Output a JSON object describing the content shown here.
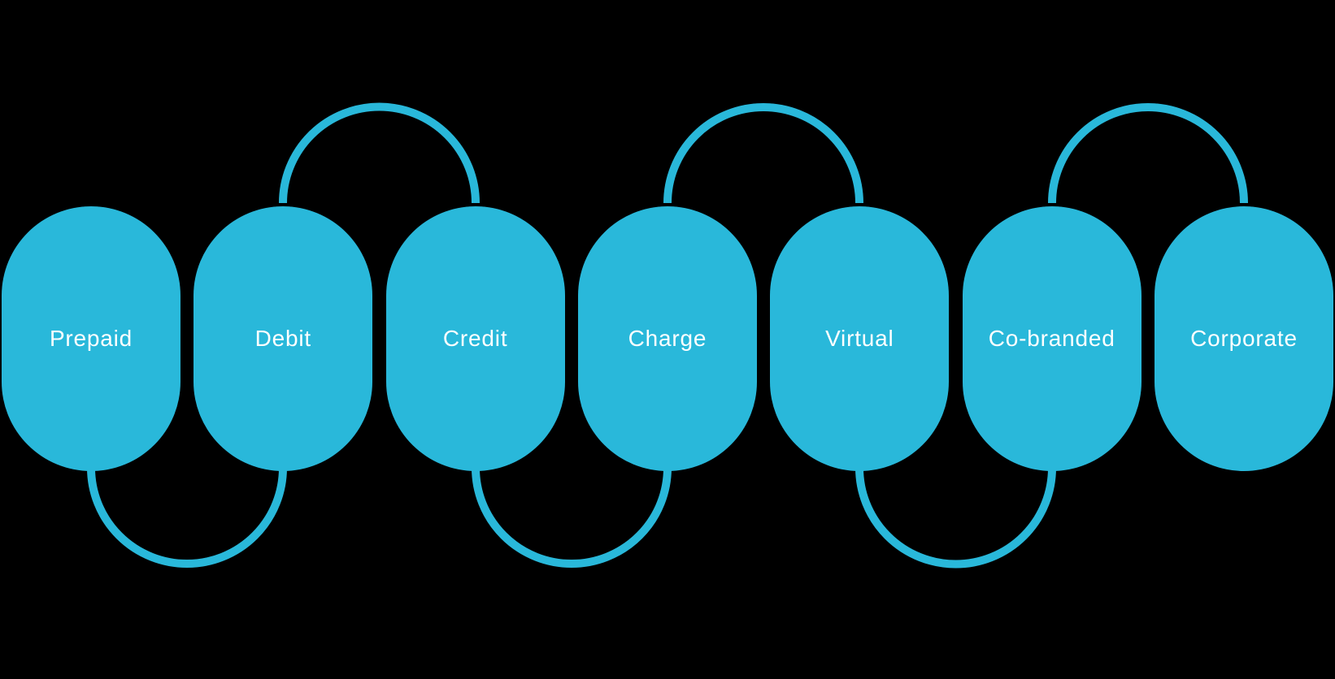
{
  "diagram": {
    "description": "Card types diagram with capsule nodes linked by alternating top and bottom semicircular connectors",
    "colors": {
      "background": "#000000",
      "node_fill": "#29B8DA",
      "node_text": "#FFFFFF",
      "connector": "#29B8DA"
    },
    "nodes": [
      {
        "id": "prepaid",
        "label": "Prepaid"
      },
      {
        "id": "debit",
        "label": "Debit"
      },
      {
        "id": "credit",
        "label": "Credit"
      },
      {
        "id": "charge",
        "label": "Charge"
      },
      {
        "id": "virtual",
        "label": "Virtual"
      },
      {
        "id": "co-branded",
        "label": "Co-branded"
      },
      {
        "id": "corporate",
        "label": "Corporate"
      }
    ],
    "connections": [
      {
        "from": "prepaid",
        "to": "debit",
        "side": "bottom"
      },
      {
        "from": "debit",
        "to": "credit",
        "side": "top"
      },
      {
        "from": "credit",
        "to": "charge",
        "side": "bottom"
      },
      {
        "from": "charge",
        "to": "virtual",
        "side": "top"
      },
      {
        "from": "virtual",
        "to": "co-branded",
        "side": "bottom"
      },
      {
        "from": "co-branded",
        "to": "corporate",
        "side": "top"
      }
    ]
  }
}
